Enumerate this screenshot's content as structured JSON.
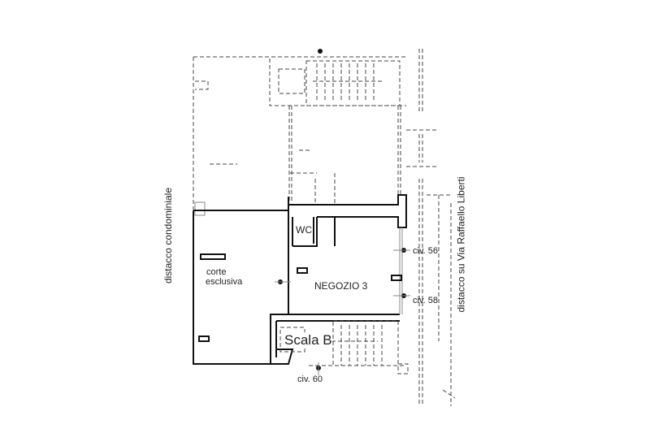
{
  "labels": {
    "left_boundary": "distacco condominiale",
    "right_boundary": "distacco su Via Raffaello Liberti",
    "wc": "WC",
    "courtyard_line1": "corte",
    "courtyard_line2": "esclusiva",
    "shop": "NEGOZIO 3",
    "civ_56": "civ. 56",
    "civ_58": "civ. 58",
    "stair": "Scala B",
    "civ_60": "civ. 60"
  }
}
